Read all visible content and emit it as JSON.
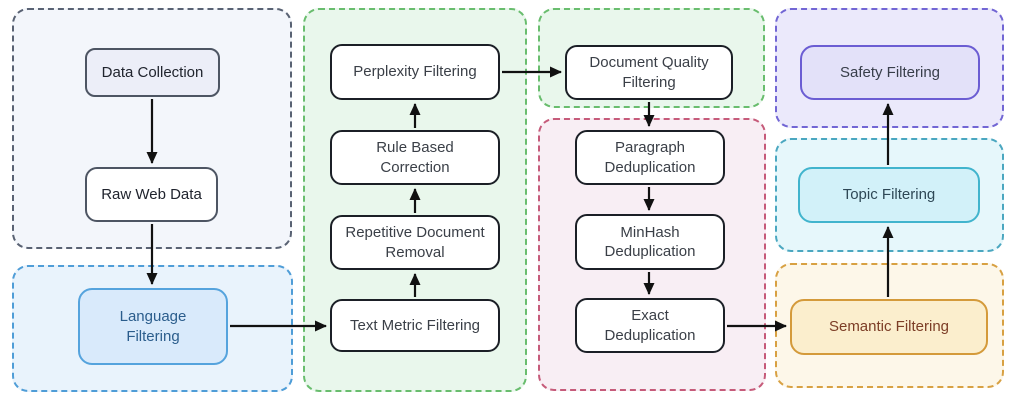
{
  "diagram": {
    "type": "flowchart",
    "groups": [
      {
        "name": "data-collection-stage",
        "border_color": "#596273",
        "background": "#f3f6fb",
        "nodes": [
          {
            "id": "data-collection",
            "label": "Data Collection",
            "fill": "#eceef8",
            "border": "#4d5563",
            "text_color": "#20242e"
          },
          {
            "id": "raw-web-data",
            "label": "Raw Web Data",
            "fill": "#ffffff",
            "border": "#4d5563",
            "text_color": "#20242e"
          }
        ]
      },
      {
        "name": "language-filtering-stage",
        "border_color": "#4f9dd7",
        "background": "#e9f3fc",
        "nodes": [
          {
            "id": "language-filtering",
            "label": "Language\nFiltering",
            "fill": "#d9eafb",
            "border": "#55a3dd",
            "text_color": "#2b5d8c"
          }
        ]
      },
      {
        "name": "text-cleaning-stage",
        "border_color": "#69bd6e",
        "background": "#e9f7ec",
        "nodes": [
          {
            "id": "perplexity-filtering",
            "label": "Perplexity Filtering",
            "fill": "#ffffff",
            "border": "#1b1f26",
            "text_color": "#3a3f47"
          },
          {
            "id": "rule-based-correction",
            "label": "Rule Based\nCorrection",
            "fill": "#ffffff",
            "border": "#1b1f26",
            "text_color": "#3a3f47"
          },
          {
            "id": "repetitive-document-removal",
            "label": "Repetitive Document\nRemoval",
            "fill": "#ffffff",
            "border": "#1b1f26",
            "text_color": "#3a3f47"
          },
          {
            "id": "text-metric-filtering",
            "label": "Text Metric Filtering",
            "fill": "#ffffff",
            "border": "#1b1f26",
            "text_color": "#3a3f47"
          }
        ]
      },
      {
        "name": "document-quality-stage",
        "border_color": "#69bd6e",
        "background": "#e9f7ec",
        "nodes": [
          {
            "id": "document-quality-filtering",
            "label": "Document Quality\nFiltering",
            "fill": "#ffffff",
            "border": "#1b1f26",
            "text_color": "#3a3f47"
          }
        ]
      },
      {
        "name": "deduplication-stage",
        "border_color": "#c65b7a",
        "background": "#f8eef4",
        "nodes": [
          {
            "id": "paragraph-deduplication",
            "label": "Paragraph\nDeduplication",
            "fill": "#ffffff",
            "border": "#1b1f26",
            "text_color": "#3a3f47"
          },
          {
            "id": "minhash-deduplication",
            "label": "MinHash\nDeduplication",
            "fill": "#ffffff",
            "border": "#1b1f26",
            "text_color": "#3a3f47"
          },
          {
            "id": "exact-deduplication",
            "label": "Exact\nDeduplication",
            "fill": "#ffffff",
            "border": "#1b1f26",
            "text_color": "#3a3f47"
          }
        ]
      },
      {
        "name": "safety-filtering-stage",
        "border_color": "#7266d4",
        "background": "#ebe9fb",
        "nodes": [
          {
            "id": "safety-filtering",
            "label": "Safety Filtering",
            "fill": "#e3e1f9",
            "border": "#6b5dd3",
            "text_color": "#383e4a"
          }
        ]
      },
      {
        "name": "topic-filtering-stage",
        "border_color": "#4ba7c0",
        "background": "#e6f7fb",
        "nodes": [
          {
            "id": "topic-filtering",
            "label": "Topic Filtering",
            "fill": "#d2f1f9",
            "border": "#41b4cd",
            "text_color": "#2e4856"
          }
        ]
      },
      {
        "name": "semantic-filtering-stage",
        "border_color": "#d8a143",
        "background": "#fdf7e9",
        "nodes": [
          {
            "id": "semantic-filtering",
            "label": "Semantic Filtering",
            "fill": "#fbeecd",
            "border": "#d49a3a",
            "text_color": "#7c3d26"
          }
        ]
      }
    ],
    "edges": [
      {
        "from": "data-collection",
        "to": "raw-web-data"
      },
      {
        "from": "raw-web-data",
        "to": "language-filtering"
      },
      {
        "from": "language-filtering",
        "to": "text-metric-filtering"
      },
      {
        "from": "text-metric-filtering",
        "to": "repetitive-document-removal"
      },
      {
        "from": "repetitive-document-removal",
        "to": "rule-based-correction"
      },
      {
        "from": "rule-based-correction",
        "to": "perplexity-filtering"
      },
      {
        "from": "perplexity-filtering",
        "to": "document-quality-filtering"
      },
      {
        "from": "document-quality-filtering",
        "to": "paragraph-deduplication"
      },
      {
        "from": "paragraph-deduplication",
        "to": "minhash-deduplication"
      },
      {
        "from": "minhash-deduplication",
        "to": "exact-deduplication"
      },
      {
        "from": "exact-deduplication",
        "to": "semantic-filtering"
      },
      {
        "from": "semantic-filtering",
        "to": "topic-filtering"
      },
      {
        "from": "topic-filtering",
        "to": "safety-filtering"
      }
    ],
    "colors": {
      "g1-border": "#596273",
      "g1-bg": "#f3f6fb",
      "g2-border": "#4f9dd7",
      "g2-bg": "#e9f3fc",
      "green-border": "#69bd6e",
      "green-bg": "#e9f7ec",
      "pink-border": "#c65b7a",
      "pink-bg": "#f8eef4",
      "purple-border": "#7266d4",
      "purple-bg": "#ebe9fb",
      "cyan-border": "#4ba7c0",
      "cyan-bg": "#e6f7fb",
      "orange-border": "#d8a143",
      "orange-bg": "#fdf7e9",
      "node-border": "#1b1f26",
      "node-bg": "#ffffff",
      "node-text": "#3a3f47",
      "dc-bg": "#eceef8",
      "dc-border": "#4d5563",
      "dc-text": "#20242e",
      "lang-bg": "#d9eafb",
      "lang-border": "#55a3dd",
      "lang-text": "#2b5d8c",
      "safety-bg": "#e3e1f9",
      "safety-border": "#6b5dd3",
      "safety-text": "#383e4a",
      "topic-bg": "#d2f1f9",
      "topic-border": "#41b4cd",
      "topic-text": "#2e4856",
      "sem-bg": "#fbeecd",
      "sem-border": "#d49a3a",
      "sem-text": "#7c3d26",
      "arrow": "#111111"
    }
  }
}
